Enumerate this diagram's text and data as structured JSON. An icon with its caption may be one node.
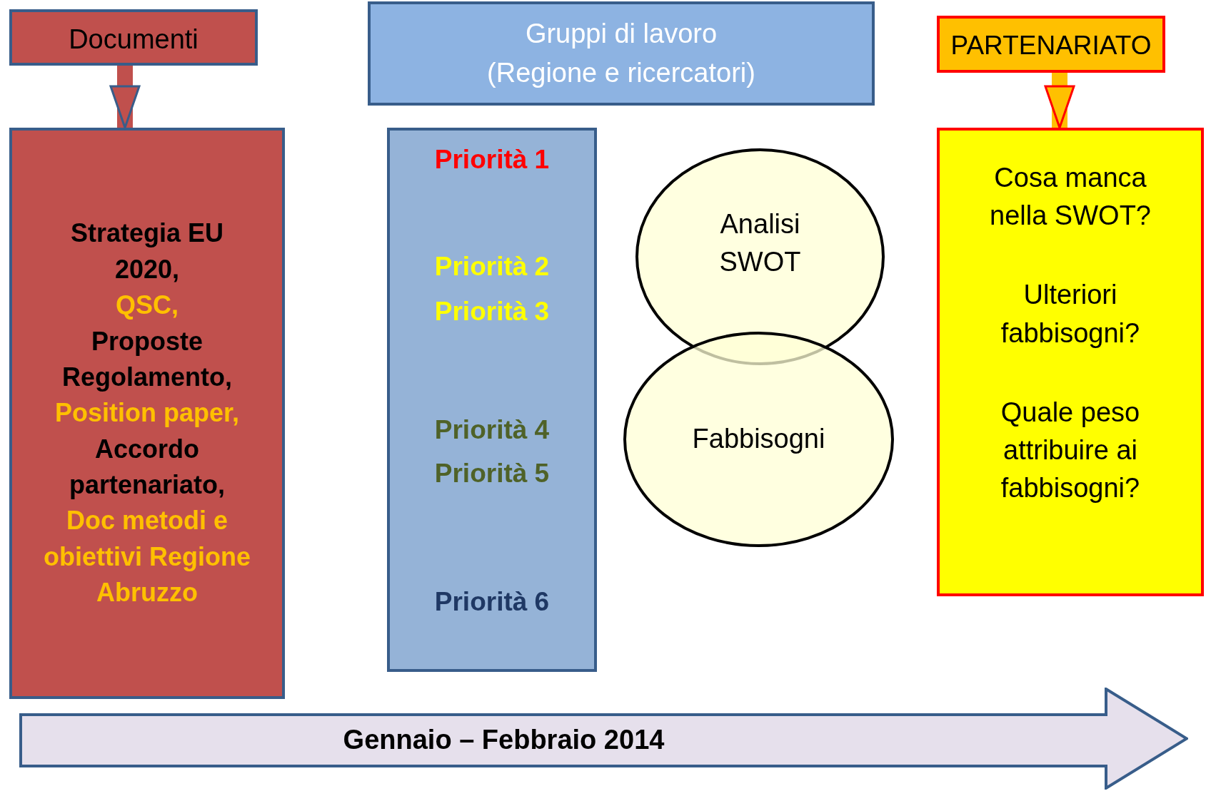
{
  "diagram": {
    "nodes": [
      {
        "text": [
          "Documenti"
        ]
      },
      {
        "text": [
          "Strategia EU 2020,",
          "QSC,",
          "Proposte Regolamento,",
          "Position paper,",
          "Accordo partenariato,",
          "Doc metodi e obiettivi Regione Abruzzo"
        ]
      },
      {
        "text": [
          "Gruppi di lavoro (Regione e ricercatori)"
        ]
      },
      {
        "text": [
          "PARTENARIATO"
        ]
      },
      {
        "text": [
          "Priorità 1",
          "Priorità 2",
          "Priorità 3",
          "Priorità 4",
          "Priorità 5",
          "Priorità 6"
        ]
      },
      {
        "text": [
          "Analisi SWOT"
        ]
      },
      {
        "text": [
          "Fabbisogni"
        ]
      },
      {
        "text": [
          "Cosa manca nella SWOT?",
          "Ulteriori fabbisogni?",
          "Quale peso attribuire ai fabbisogni?"
        ]
      },
      {
        "text": [
          "Gennaio – Febbraio 2014"
        ]
      }
    ],
    "edges": [
      {
        "from": 0,
        "to": 1,
        "arrow": "to",
        "color": "#c0504d"
      },
      {
        "from": 3,
        "to": 7,
        "arrow": "to",
        "color": "#ffc000"
      }
    ]
  }
}
